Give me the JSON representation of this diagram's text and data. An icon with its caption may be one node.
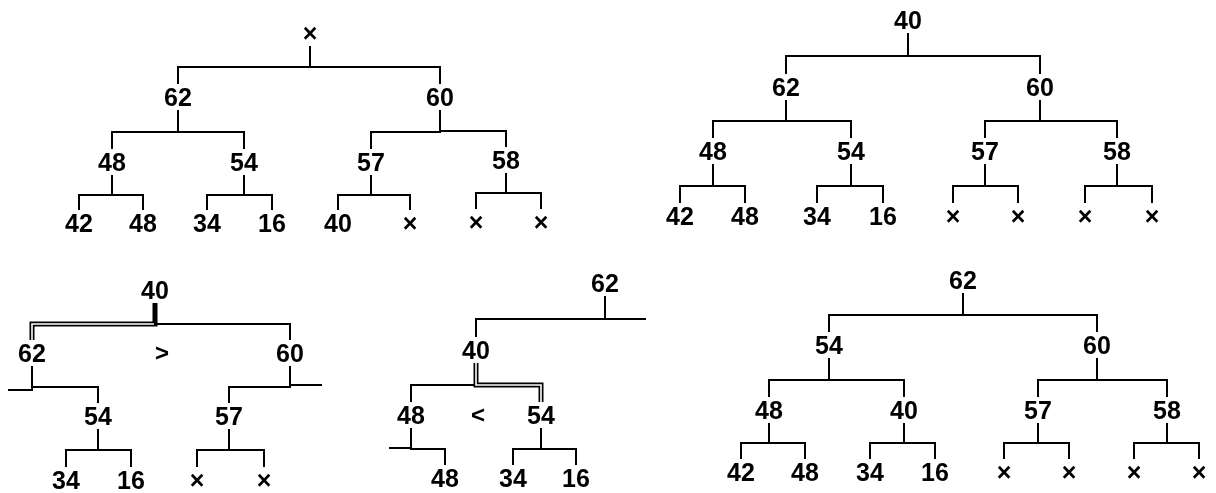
{
  "diagram": {
    "nodes": [
      {
        "text": [
          "×"
        ]
      },
      {
        "text": [
          "62"
        ]
      },
      {
        "text": [
          "60"
        ]
      },
      {
        "text": [
          "48"
        ]
      },
      {
        "text": [
          "54"
        ]
      },
      {
        "text": [
          "57"
        ]
      },
      {
        "text": [
          "58"
        ]
      },
      {
        "text": [
          "42"
        ]
      },
      {
        "text": [
          "48"
        ]
      },
      {
        "text": [
          "34"
        ]
      },
      {
        "text": [
          "16"
        ]
      },
      {
        "text": [
          "40"
        ]
      },
      {
        "text": [
          "×"
        ]
      },
      {
        "text": [
          "×"
        ]
      },
      {
        "text": [
          "×"
        ]
      },
      {
        "text": [
          "40"
        ]
      },
      {
        "text": [
          "62"
        ]
      },
      {
        "text": [
          "60"
        ]
      },
      {
        "text": [
          "48"
        ]
      },
      {
        "text": [
          "54"
        ]
      },
      {
        "text": [
          "57"
        ]
      },
      {
        "text": [
          "58"
        ]
      },
      {
        "text": [
          "42"
        ]
      },
      {
        "text": [
          "48"
        ]
      },
      {
        "text": [
          "34"
        ]
      },
      {
        "text": [
          "16"
        ]
      },
      {
        "text": [
          "×"
        ]
      },
      {
        "text": [
          "×"
        ]
      },
      {
        "text": [
          "×"
        ]
      },
      {
        "text": [
          "×"
        ]
      },
      {
        "text": [
          "40"
        ]
      },
      {
        "text": [
          "62"
        ]
      },
      {
        "text": [
          "60"
        ]
      },
      {
        "text": [
          "54"
        ]
      },
      {
        "text": [
          "57"
        ]
      },
      {
        "text": [
          "34"
        ]
      },
      {
        "text": [
          "16"
        ]
      },
      {
        "text": [
          "×"
        ]
      },
      {
        "text": [
          "×"
        ]
      },
      {
        "text": [
          "62"
        ]
      },
      {
        "text": [
          "40"
        ]
      },
      {
        "text": [
          "48"
        ]
      },
      {
        "text": [
          "54"
        ]
      },
      {
        "text": [
          "48"
        ]
      },
      {
        "text": [
          "34"
        ]
      },
      {
        "text": [
          "16"
        ]
      },
      {
        "text": [
          "62"
        ]
      },
      {
        "text": [
          "54"
        ]
      },
      {
        "text": [
          "60"
        ]
      },
      {
        "text": [
          "48"
        ]
      },
      {
        "text": [
          "40"
        ]
      },
      {
        "text": [
          "57"
        ]
      },
      {
        "text": [
          "58"
        ]
      },
      {
        "text": [
          "42"
        ]
      },
      {
        "text": [
          "48"
        ]
      },
      {
        "text": [
          "34"
        ]
      },
      {
        "text": [
          "16"
        ]
      },
      {
        "text": [
          "×"
        ]
      },
      {
        "text": [
          "×"
        ]
      },
      {
        "text": [
          "×"
        ]
      },
      {
        "text": [
          "×"
        ]
      }
    ],
    "edges": [
      {
        "from": 0,
        "to": 1,
        "arrow": "none"
      },
      {
        "from": 0,
        "to": 2,
        "arrow": "none"
      },
      {
        "from": 1,
        "to": 3,
        "arrow": "none"
      },
      {
        "from": 1,
        "to": 4,
        "arrow": "none"
      },
      {
        "from": 2,
        "to": 5,
        "arrow": "none"
      },
      {
        "from": 2,
        "to": 6,
        "arrow": "none"
      },
      {
        "from": 3,
        "to": 7,
        "arrow": "none"
      },
      {
        "from": 3,
        "to": 8,
        "arrow": "none"
      },
      {
        "from": 4,
        "to": 9,
        "arrow": "none"
      },
      {
        "from": 4,
        "to": 10,
        "arrow": "none"
      },
      {
        "from": 5,
        "to": 11,
        "arrow": "none"
      },
      {
        "from": 5,
        "to": 12,
        "arrow": "none"
      },
      {
        "from": 6,
        "to": 13,
        "arrow": "none"
      },
      {
        "from": 6,
        "to": 14,
        "arrow": "none"
      },
      {
        "from": 15,
        "to": 16,
        "arrow": "none"
      },
      {
        "from": 15,
        "to": 17,
        "arrow": "none"
      },
      {
        "from": 16,
        "to": 18,
        "arrow": "none"
      },
      {
        "from": 16,
        "to": 19,
        "arrow": "none"
      },
      {
        "from": 17,
        "to": 20,
        "arrow": "none"
      },
      {
        "from": 17,
        "to": 21,
        "arrow": "none"
      },
      {
        "from": 18,
        "to": 22,
        "arrow": "none"
      },
      {
        "from": 18,
        "to": 23,
        "arrow": "none"
      },
      {
        "from": 19,
        "to": 24,
        "arrow": "none"
      },
      {
        "from": 19,
        "to": 25,
        "arrow": "none"
      },
      {
        "from": 20,
        "to": 26,
        "arrow": "none"
      },
      {
        "from": 20,
        "to": 27,
        "arrow": "none"
      },
      {
        "from": 21,
        "to": 28,
        "arrow": "none"
      },
      {
        "from": 21,
        "to": 29,
        "arrow": "none"
      },
      {
        "from": 30,
        "to": 31,
        "arrow": "none",
        "style": "thick"
      },
      {
        "from": 30,
        "to": 32,
        "arrow": "none"
      },
      {
        "from": 31,
        "to": null,
        "arrow": "none"
      },
      {
        "from": 31,
        "to": 33,
        "arrow": "none"
      },
      {
        "from": 32,
        "to": 34,
        "arrow": "none"
      },
      {
        "from": 32,
        "to": null,
        "arrow": "none"
      },
      {
        "from": 33,
        "to": 35,
        "arrow": "none"
      },
      {
        "from": 33,
        "to": 36,
        "arrow": "none"
      },
      {
        "from": 34,
        "to": 37,
        "arrow": "none"
      },
      {
        "from": 34,
        "to": 38,
        "arrow": "none"
      },
      {
        "from": 39,
        "to": null,
        "arrow": "none"
      },
      {
        "from": 39,
        "to": 40,
        "arrow": "none"
      },
      {
        "from": 40,
        "to": 41,
        "arrow": "none"
      },
      {
        "from": 40,
        "to": 42,
        "arrow": "none",
        "style": "thick"
      },
      {
        "from": 41,
        "to": null,
        "arrow": "none"
      },
      {
        "from": 41,
        "to": 43,
        "arrow": "none"
      },
      {
        "from": 42,
        "to": 44,
        "arrow": "none"
      },
      {
        "from": 42,
        "to": 45,
        "arrow": "none"
      },
      {
        "from": 46,
        "to": 47,
        "arrow": "none"
      },
      {
        "from": 46,
        "to": 48,
        "arrow": "none"
      },
      {
        "from": 47,
        "to": 49,
        "arrow": "none"
      },
      {
        "from": 47,
        "to": 50,
        "arrow": "none"
      },
      {
        "from": 48,
        "to": 51,
        "arrow": "none"
      },
      {
        "from": 48,
        "to": 52,
        "arrow": "none"
      },
      {
        "from": 49,
        "to": 53,
        "arrow": "none"
      },
      {
        "from": 49,
        "to": 54,
        "arrow": "none"
      },
      {
        "from": 50,
        "to": 55,
        "arrow": "none"
      },
      {
        "from": 50,
        "to": 56,
        "arrow": "none"
      },
      {
        "from": 51,
        "to": 57,
        "arrow": "none"
      },
      {
        "from": 51,
        "to": 58,
        "arrow": "none"
      },
      {
        "from": 52,
        "to": 59,
        "arrow": "none"
      },
      {
        "from": 52,
        "to": 60,
        "arrow": "none"
      }
    ],
    "labels": [
      ">",
      "<"
    ]
  }
}
